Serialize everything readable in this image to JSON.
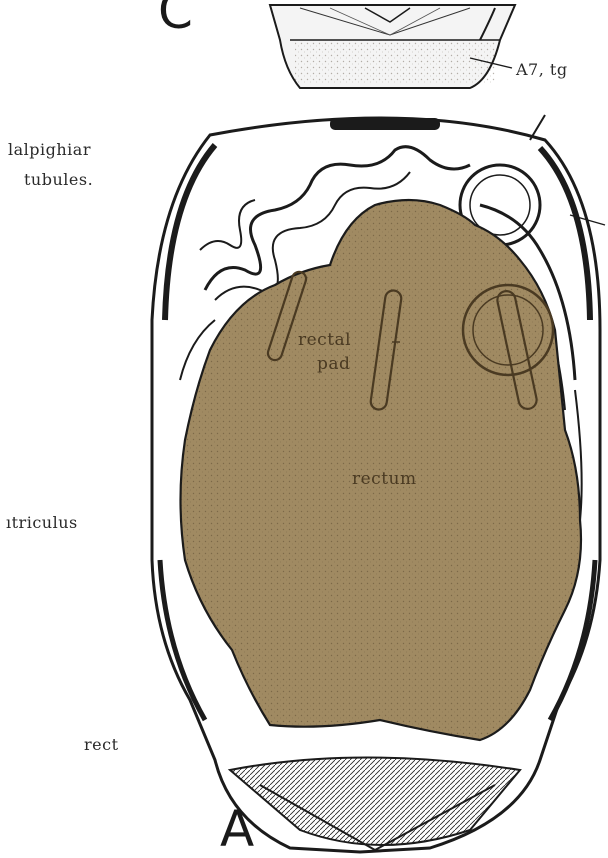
{
  "figure": {
    "panel_top": "C",
    "panel_bottom": "A",
    "labels": {
      "a7_tg": "A7, tg",
      "malpighian_line1": "lalpighiar",
      "malpighian_line2": "tubules.",
      "ventriculus": "ıtriculus",
      "rectum_left": "rect",
      "rectal_pad_line1": "rectal",
      "rectal_pad_line2": "pad",
      "rectum": "rectum"
    },
    "colors": {
      "rectum_fill": "#a08a62",
      "ink": "#1b1b1b",
      "paper": "#ffffff"
    }
  }
}
